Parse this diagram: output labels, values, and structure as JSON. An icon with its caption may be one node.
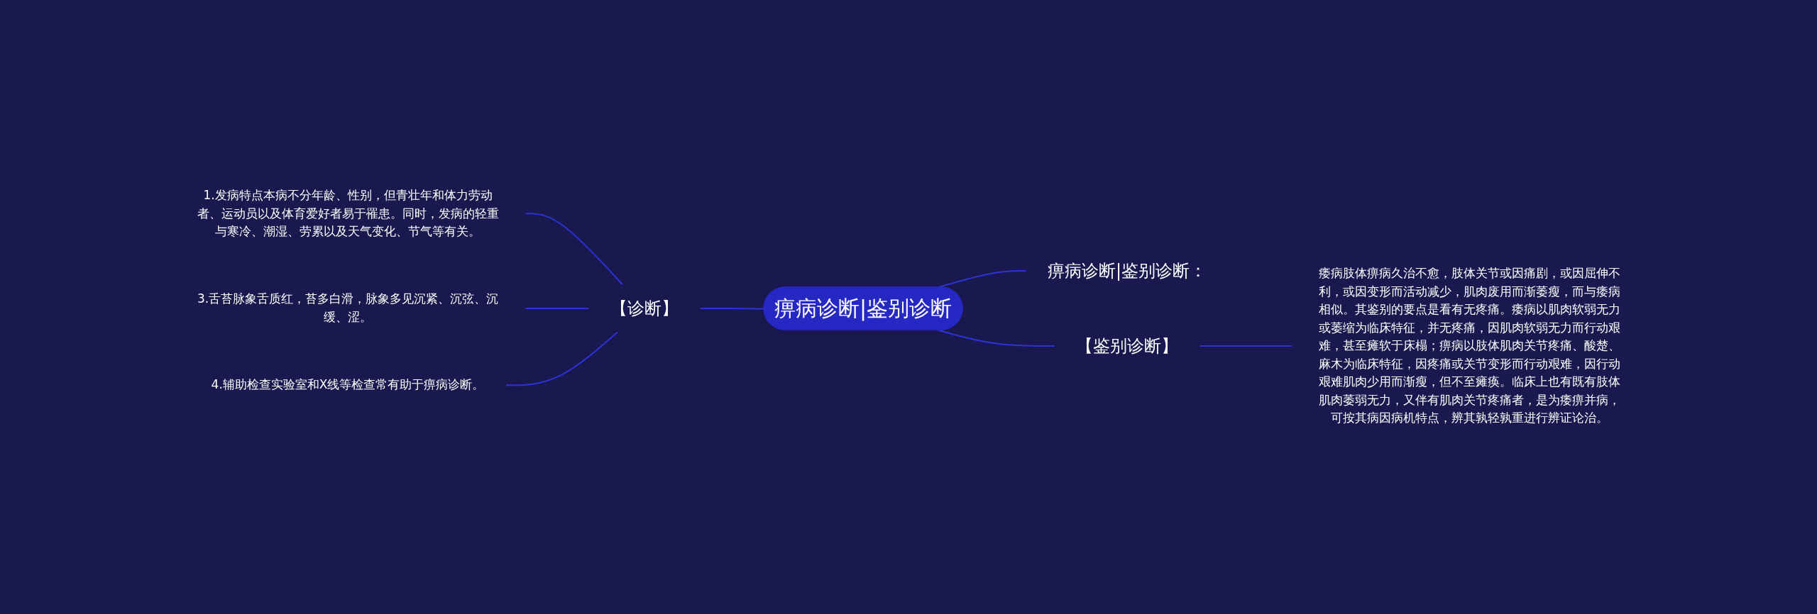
{
  "diagram": {
    "nodes": [
      {
        "text": [
          "痹病诊断|鉴别诊断"
        ]
      },
      {
        "text": [
          "【诊断】"
        ]
      },
      {
        "text": [
          "1.发病特点本病不分年龄、性别，但青壮年和体力劳动者、运动员以及体育爱好者易于罹患。同时，发病的轻重与寒冷、潮湿、劳累以及天气变化、节气等有关。"
        ]
      },
      {
        "text": [
          "3.舌苔脉象舌质红，苔多白滑，脉象多见沉紧、沉弦、沉缓、涩。"
        ]
      },
      {
        "text": [
          "4.辅助检查实验室和X线等检查常有助于痹病诊断。"
        ]
      },
      {
        "text": [
          "痹病诊断|鉴别诊断："
        ]
      },
      {
        "text": [
          "【鉴别诊断】"
        ]
      },
      {
        "text": [
          "痿病肢体痹病久治不愈，肢体关节或因痛剧，或因屈伸不利，或因变形而活动减少，肌肉废用而渐萎瘦，而与痿病相似。其鉴别的要点是看有无疼痛。痿病以肌肉软弱无力或萎缩为临床特征，并无疼痛，因肌肉软弱无力而行动艰难，甚至瘫软于床榻；痹病以肢体肌肉关节疼痛、酸楚、麻木为临床特征，因疼痛或关节变形而行动艰难，因行动艰难肌肉少用而渐瘦，但不至瘫痪。临床上也有既有肢体肌肉萎弱无力，又伴有肌肉关节疼痛者，是为痿痹并病，可按其病因病机特点，辨其孰轻孰重进行辨证论治。"
        ]
      }
    ],
    "edges": [
      {
        "from": 0,
        "to": 1,
        "arrow": "none"
      },
      {
        "from": 1,
        "to": 2,
        "arrow": "none"
      },
      {
        "from": 1,
        "to": 3,
        "arrow": "none"
      },
      {
        "from": 1,
        "to": 4,
        "arrow": "none"
      },
      {
        "from": 0,
        "to": 5,
        "arrow": "none"
      },
      {
        "from": 0,
        "to": 6,
        "arrow": "none"
      },
      {
        "from": 6,
        "to": 7,
        "arrow": "none"
      }
    ]
  }
}
